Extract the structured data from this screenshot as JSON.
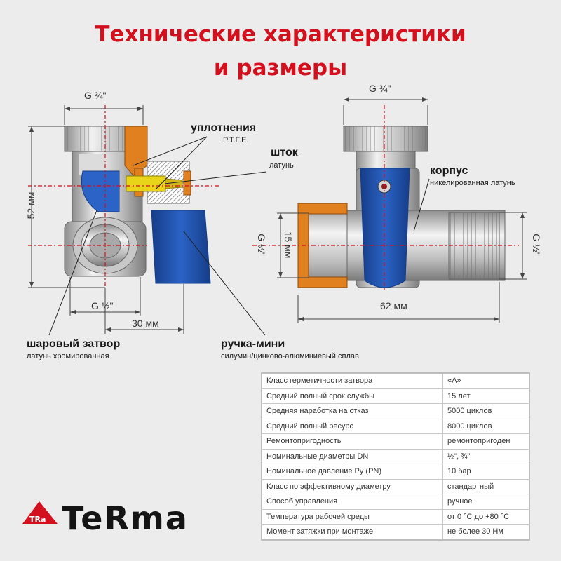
{
  "title": {
    "line1": "Технические характеристики",
    "line2": "и размеры"
  },
  "colors": {
    "title": "#d3101d",
    "handle": "#1e50a8",
    "seal": "#e0801f",
    "stem": "#e8d51a",
    "metal": "#b7b7b7",
    "centerline": "#d3101d"
  },
  "left_view": {
    "dim_top": "G ¾\"",
    "dim_height": "52 мм",
    "dim_bottom": "G ½\"",
    "dim_width": "30 мм"
  },
  "right_view": {
    "dim_top": "G ¾\"",
    "dim_inner": "15 мм",
    "dim_left_thread": "G ½\"",
    "dim_right_thread": "G ½\"",
    "dim_length": "62 мм"
  },
  "callouts": {
    "seals": {
      "name": "уплотнения",
      "material": "P.T.F.E."
    },
    "stem": {
      "name": "шток",
      "material": "латунь"
    },
    "body": {
      "name": "корпус",
      "material": "никелированная латунь"
    },
    "ball": {
      "name": "шаровый затвор",
      "material": "латунь хромированная"
    },
    "handle": {
      "name": "ручка-мини",
      "material": "силумин/цинково-алюминиевый сплав"
    }
  },
  "specs": [
    {
      "param": "Класс герметичности затвора",
      "value": "«А»"
    },
    {
      "param": "Средний полный срок службы",
      "value": "15 лет"
    },
    {
      "param": "Средняя наработка на отказ",
      "value": "5000 циклов"
    },
    {
      "param": "Средний полный ресурс",
      "value": "8000 циклов"
    },
    {
      "param": "Ремонтопригодность",
      "value": "ремонтопригоден"
    },
    {
      "param": "Номинальные диаметры DN",
      "value": "½\", ¾\""
    },
    {
      "param": "Номинальное давление Py (PN)",
      "value": "10 бар"
    },
    {
      "param": "Класс по эффективному диаметру",
      "value": "стандартный"
    },
    {
      "param": "Способ управления",
      "value": "ручное"
    },
    {
      "param": "Температура рабочей среды",
      "value": "от 0 °С до +80 °С"
    },
    {
      "param": "Момент затяжки при монтаже",
      "value": "не более 30 Нм"
    }
  ],
  "brand": {
    "name": "TeRma",
    "icon_text": "TRa"
  }
}
